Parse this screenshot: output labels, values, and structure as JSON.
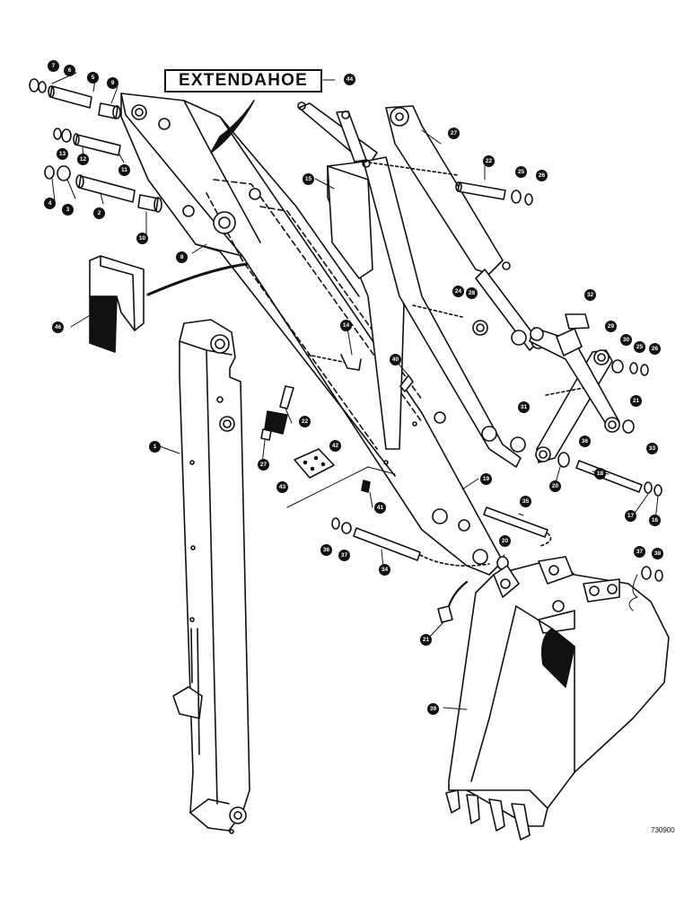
{
  "title": "EXTENDAHOE",
  "drawing_number": "730900",
  "callouts": {
    "c7": "7",
    "c6": "6",
    "c5": "5",
    "c9": "9",
    "c13": "13",
    "c12": "12",
    "c11": "11",
    "c4": "4",
    "c3": "3",
    "c2": "2",
    "c10": "10",
    "c8": "8",
    "c46": "46",
    "c44": "44",
    "c15": "15",
    "c27": "27",
    "c22a": "22",
    "c25a": "25",
    "c26a": "26",
    "c24": "24",
    "c28": "28",
    "c32": "32",
    "c29": "29",
    "c30": "30",
    "c25b": "25",
    "c26b": "26",
    "c14": "14",
    "c40": "40",
    "c31": "31",
    "c21": "21",
    "c36a": "36",
    "c33": "33",
    "c1": "1",
    "c22b": "22",
    "c27b": "27",
    "c42": "42",
    "c43": "43",
    "c41": "41",
    "c19": "19",
    "c20a": "20",
    "c18": "18",
    "c17": "17",
    "c16": "16",
    "c35": "35",
    "c36b": "36",
    "c37a": "37",
    "c34": "34",
    "c20b": "20",
    "c37b": "37",
    "c38": "38",
    "c21b": "21",
    "c39": "39"
  }
}
